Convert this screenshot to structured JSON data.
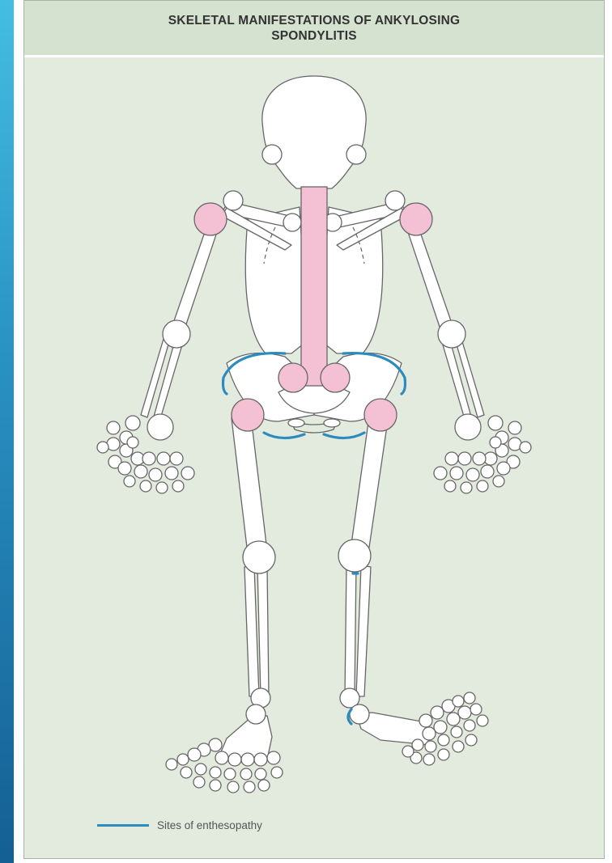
{
  "title": "SKELETAL MANIFESTATIONS OF ANKYLOSING SPONDYLITIS",
  "legend": {
    "label": "Sites of enthesopathy",
    "color": "#2b8bbf"
  },
  "colors": {
    "affected_joint": "#f3c1d3",
    "bone_fill": "#ffffff",
    "bone_outline": "#666666",
    "panel_background": "#e3ebdf",
    "header_background": "#d4e2cf"
  },
  "highlighted_sites": {
    "inflamed": [
      "spine",
      "shoulders",
      "sacroiliac joints",
      "hips"
    ],
    "enthesopathy": [
      "iliac crests",
      "ischial tuberosities",
      "knee",
      "heel"
    ]
  }
}
